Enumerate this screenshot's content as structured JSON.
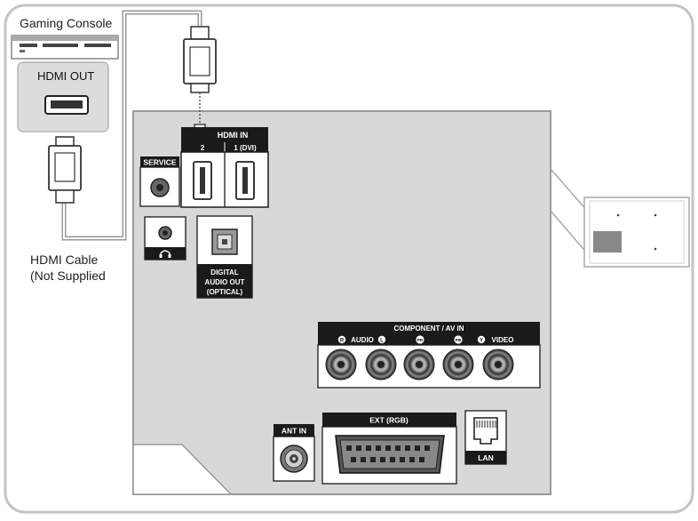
{
  "device": {
    "name": "Gaming Console",
    "output_port": "HDMI OUT"
  },
  "cable": {
    "line1": "HDMI Cable",
    "line2": "(Not Supplied"
  },
  "tv_panel": {
    "hdmi_in": {
      "title": "HDMI IN",
      "port_left": "2",
      "port_right": "1 (DVI)"
    },
    "service_label": "SERVICE",
    "headphone_icon": "headphone-icon",
    "digital_audio": [
      "DIGITAL",
      "AUDIO OUT",
      "(OPTICAL)"
    ],
    "component": {
      "title": "COMPONENT / AV IN",
      "labels": [
        "AUDIO",
        "VIDEO"
      ],
      "marks": [
        "R",
        "L",
        "PR",
        "PB",
        "Y"
      ]
    },
    "ant_in": "ANT IN",
    "ext": "EXT (RGB)",
    "lan": "LAN"
  },
  "colors": {
    "frame": "#bbbbbb",
    "panel": "#d8d8d8",
    "label_bg": "#1a1a1a",
    "cable": "#9a9a9a"
  }
}
